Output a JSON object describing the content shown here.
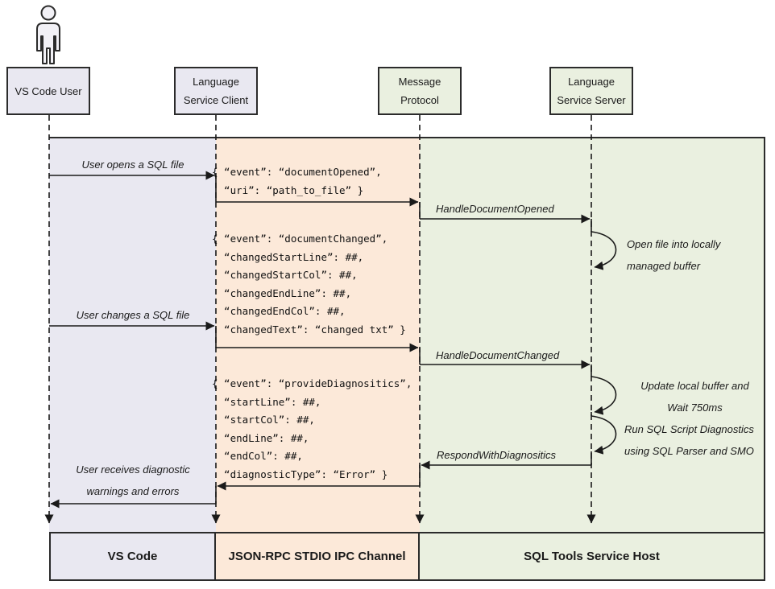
{
  "actors": {
    "user": {
      "lines": [
        "VS Code User"
      ]
    },
    "client": {
      "lines": [
        "Language",
        "Service Client"
      ]
    },
    "protocol": {
      "lines": [
        "Message",
        "Protocol"
      ]
    },
    "server": {
      "lines": [
        "Language",
        "Service Server"
      ]
    }
  },
  "lanes": {
    "vscode": {
      "label": "VS Code",
      "color": "#e9e8f1"
    },
    "ipc": {
      "label": "JSON-RPC STDIO IPC Channel",
      "color": "#fce9d9"
    },
    "host": {
      "label": "SQL Tools Service Host",
      "color": "#eaf0e0"
    }
  },
  "labels": {
    "open_file": "User opens a SQL file",
    "handle_opened": "HandleDocumentOpened",
    "change_file": "User changes a SQL file",
    "handle_changed": "HandleDocumentChanged",
    "respond": "RespondWithDiagnositics",
    "receive": [
      "User receives diagnostic",
      "warnings and errors"
    ]
  },
  "notes": {
    "open_buffer": [
      "Open file into locally",
      "managed buffer"
    ],
    "update_buffer": [
      "Update local buffer and",
      "Wait 750ms"
    ],
    "run_diag": [
      "Run SQL Script Diagnostics",
      "using SQL Parser and SMO"
    ]
  },
  "messages": {
    "doc_opened": [
      "{ “event”: “documentOpened”,",
      "  “uri”: “path_to_file” }"
    ],
    "doc_changed": [
      "{ “event”: “documentChanged”,",
      "  “changedStartLine”: ##,",
      "  “changedStartCol”: ##,",
      "  “changedEndLine”: ##,",
      "  “changedEndCol”: ##,",
      "  “changedText”: “changed txt” }"
    ],
    "provide_diag": [
      "{ “event”: “provideDiagnositics”,",
      "  “startLine”: ##,",
      "  “startCol”: ##,",
      "  “endLine”: ##,",
      "  “endCol”: ##,",
      "  “diagnosticType”: “Error” }"
    ]
  },
  "colors": {
    "line": "#1a1a1a",
    "border": "#2b2b2b"
  }
}
